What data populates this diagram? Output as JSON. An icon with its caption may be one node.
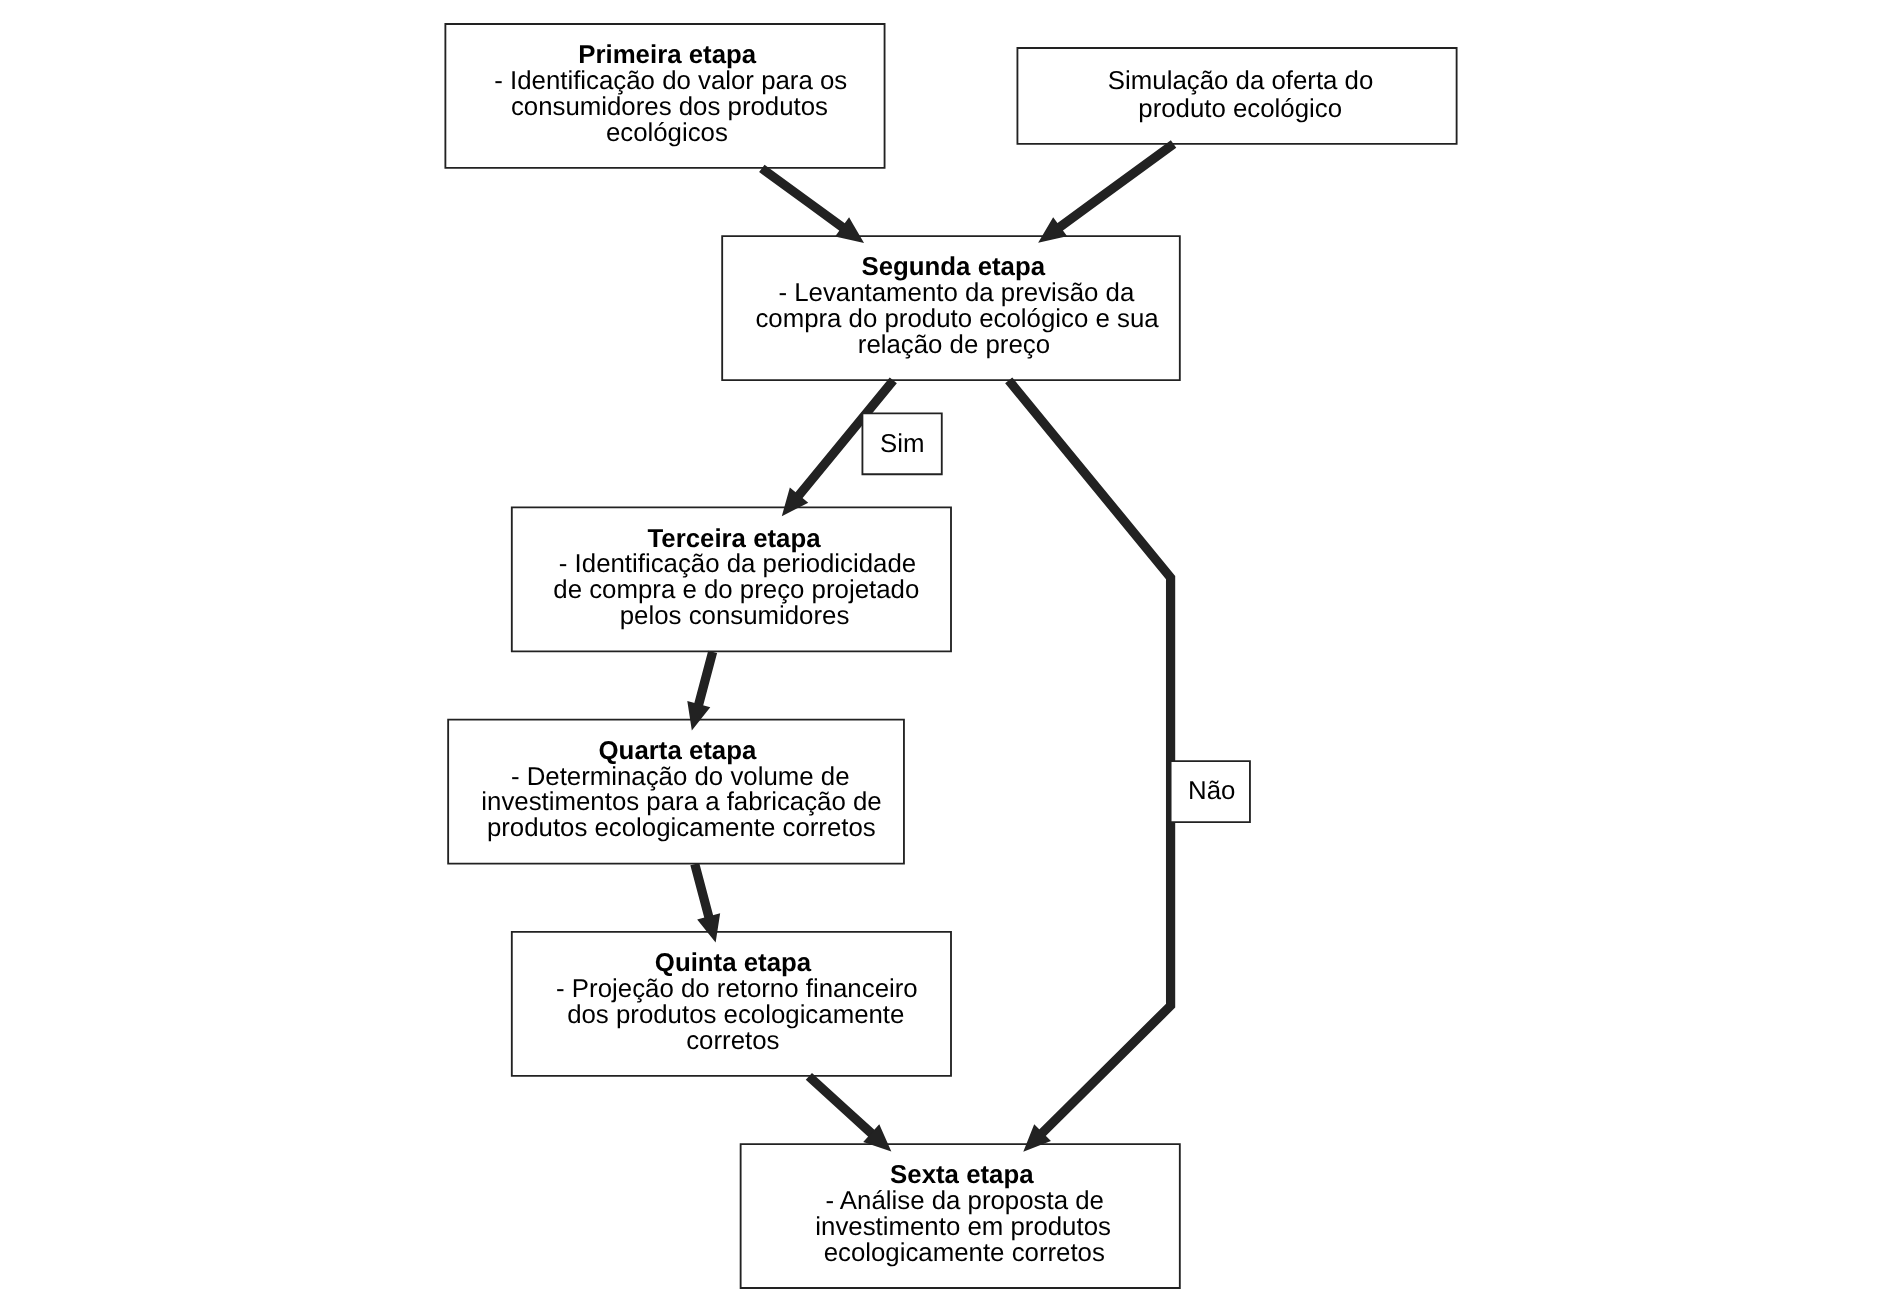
{
  "diagram": {
    "nodes": [
      {
        "text": [
          "**Primeira etapa** - Identificação do valor para os consumidores dos produtos ecológicos"
        ]
      },
      {
        "text": [
          "Simulação da oferta do produto ecológico"
        ]
      },
      {
        "text": [
          "**Segunda etapa** - Levantamento da previsão da compra do produto ecológico e sua relação de preço"
        ]
      },
      {
        "text": [
          "**Terceira etapa** - Identificação da periodicidade de compra e do preço projetado pelos consumidores"
        ]
      },
      {
        "text": [
          "**Quarta etapa** - Determinação do volume de investimentos para a fabricação de produtos ecologicamente corretos"
        ]
      },
      {
        "text": [
          "**Quinta etapa** - Projeção do retorno financeiro dos produtos ecologicamente corretos"
        ]
      },
      {
        "text": [
          "**Sexta etapa** - Análise da proposta de investimento em produtos ecologicamente corretos"
        ]
      }
    ],
    "edges": [
      {
        "from": 0,
        "to": 2,
        "arrow": "to"
      },
      {
        "from": 1,
        "to": 2,
        "arrow": "to"
      },
      {
        "from": 2,
        "to": 3,
        "arrow": "to",
        "label": "Sim"
      },
      {
        "from": 3,
        "to": 4,
        "arrow": "to"
      },
      {
        "from": 4,
        "to": 5,
        "arrow": "to"
      },
      {
        "from": 5,
        "to": 6,
        "arrow": "to"
      },
      {
        "from": 2,
        "to": 6,
        "arrow": "to",
        "label": "Não"
      }
    ]
  }
}
